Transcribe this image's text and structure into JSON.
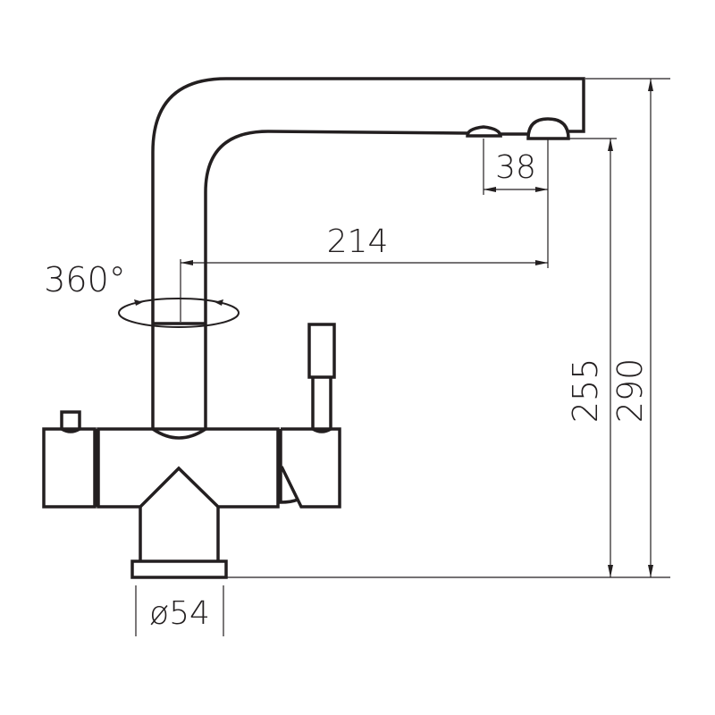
{
  "drawing": {
    "title": "Kitchen faucet dimension drawing",
    "dimensions": {
      "rotation": "360°",
      "reach": "214",
      "aerator_spacing": "38",
      "height_outlet": "255",
      "height_total": "290",
      "base_diameter": "ø54"
    },
    "line_color": "#231f20"
  }
}
